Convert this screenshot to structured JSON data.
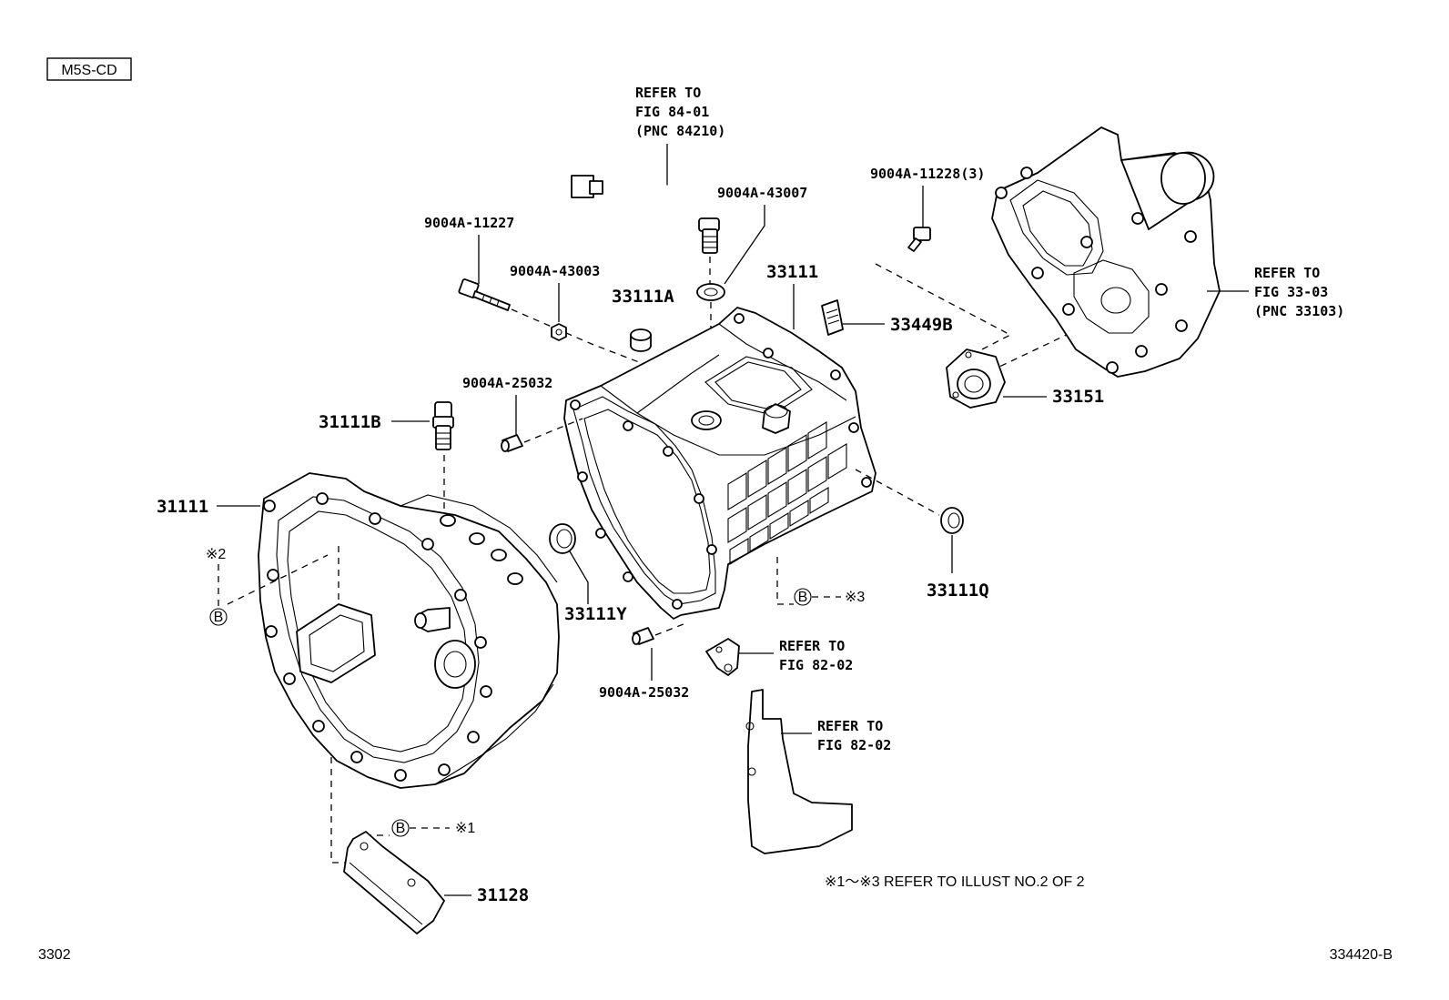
{
  "model_code": "M5S-CD",
  "page_number": "3302",
  "illustration_id": "334420-B",
  "footnote": "※1〜※3  REFER TO ILLUST NO.2 OF 2",
  "refer_blocks": {
    "sensor": [
      "REFER TO",
      "FIG 84-01",
      "(PNC 84210)"
    ],
    "case_rear": [
      "REFER TO",
      "FIG 33-03",
      "(PNC 33103)"
    ],
    "bracket_small": [
      "REFER TO",
      "FIG 82-02"
    ],
    "bracket_large": [
      "REFER TO",
      "FIG 82-02"
    ]
  },
  "part_labels": {
    "p9004a_11227": "9004A-11227",
    "p9004a_43003": "9004A-43003",
    "p9004a_43007": "9004A-43007",
    "p9004a_11228": "9004A-11228(3)",
    "p33111": "33111",
    "p33111a": "33111A",
    "p33449b": "33449B",
    "p33151": "33151",
    "p9004a_25032_top": "9004A-25032",
    "p31111b": "31111B",
    "p31111": "31111",
    "p33111y": "33111Y",
    "p33111q": "33111Q",
    "p9004a_25032_bottom": "9004A-25032",
    "p31128": "31128"
  },
  "markers": {
    "b_left": {
      "letter": "B",
      "note": "※2"
    },
    "b_mid": {
      "letter": "B",
      "note": "※3"
    },
    "b_bottom": {
      "letter": "B",
      "note": "※1"
    }
  }
}
